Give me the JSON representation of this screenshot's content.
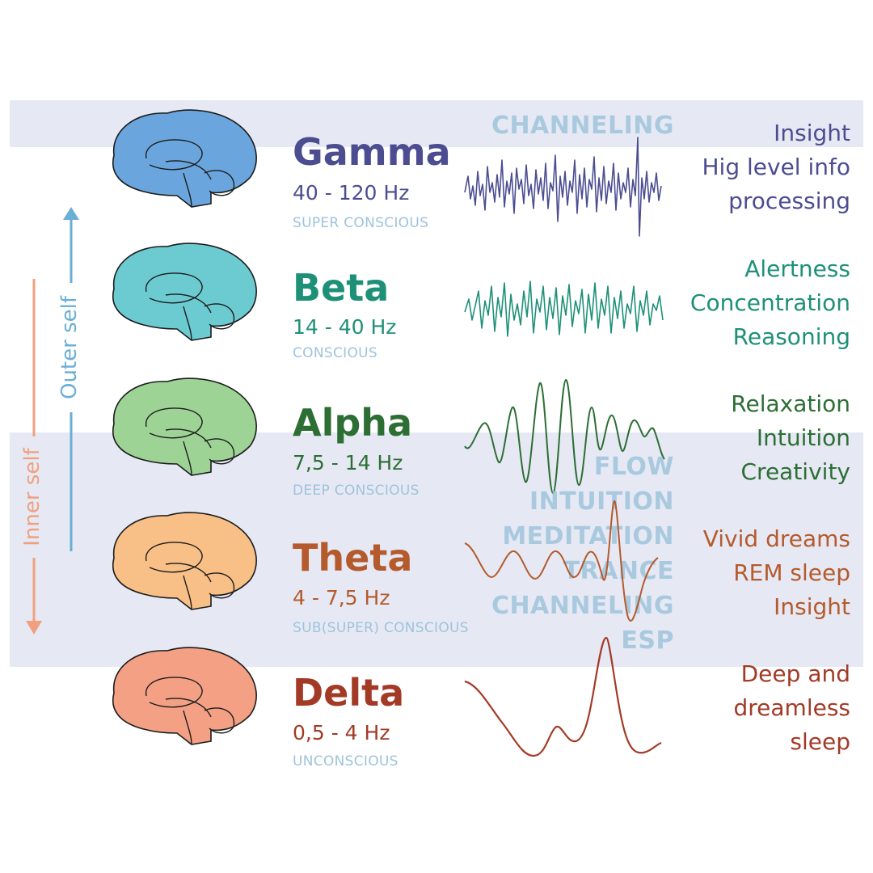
{
  "colors": {
    "band": "#e6e9f4",
    "gamma": "#4c4d91",
    "beta": "#1e9078",
    "alpha": "#2d6e35",
    "theta": "#b45a2c",
    "delta": "#a33a26",
    "state_label": "#9ec3dc",
    "overlay": "#9fc4dc",
    "outer_arrow": "#6aaed6",
    "inner_arrow": "#f0a07e"
  },
  "axis": {
    "outer_self": "Outer self",
    "inner_self": "Inner self"
  },
  "overlay_top": "CHANNELING",
  "overlay_middle": [
    "FLOW",
    "INTUITION",
    "MEDITATION",
    "TRANCE",
    "CHANNELING",
    "ESP"
  ],
  "waves": [
    {
      "name": "Gamma",
      "freq": "40 - 120 Hz",
      "state": "SUPER CONSCIOUS",
      "descriptions": [
        "Insight",
        "Hig level info",
        "processing"
      ],
      "brain_color": "#6aa6dd",
      "icon": "brain-icon"
    },
    {
      "name": "Beta",
      "freq": "14 - 40 Hz",
      "state": "CONSCIOUS",
      "descriptions": [
        "Alertness",
        "Concentration",
        "Reasoning"
      ],
      "brain_color": "#6ccbd1",
      "icon": "brain-icon"
    },
    {
      "name": "Alpha",
      "freq": "7,5 - 14 Hz",
      "state": "DEEP CONSCIOUS",
      "descriptions": [
        "Relaxation",
        "Intuition",
        "Creativity"
      ],
      "brain_color": "#9dd496",
      "icon": "brain-icon"
    },
    {
      "name": "Theta",
      "freq": "4 - 7,5 Hz",
      "state": "SUB(SUPER) CONSCIOUS",
      "descriptions": [
        "Vivid dreams",
        "REM sleep",
        "Insight"
      ],
      "brain_color": "#f8bf86",
      "icon": "brain-icon"
    },
    {
      "name": "Delta",
      "freq": "0,5 - 4 Hz",
      "state": "UNCONSCIOUS",
      "descriptions": [
        "Deep and",
        "dreamless",
        "sleep"
      ],
      "brain_color": "#f3a084",
      "icon": "brain-icon"
    }
  ]
}
